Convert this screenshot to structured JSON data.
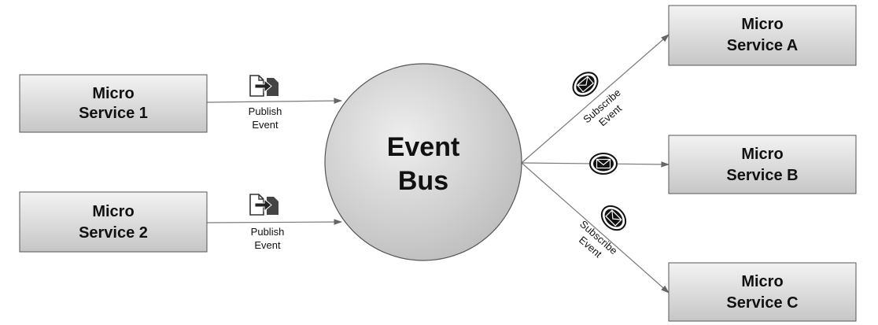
{
  "services_left": [
    {
      "line1": "Micro",
      "line2": "Service 1"
    },
    {
      "line1": "Micro",
      "line2": "Service 2"
    }
  ],
  "services_right": [
    {
      "line1": "Micro",
      "line2": "Service A"
    },
    {
      "line1": "Micro",
      "line2": "Service B"
    },
    {
      "line1": "Micro",
      "line2": "Service C"
    }
  ],
  "bus": {
    "line1": "Event",
    "line2": "Bus"
  },
  "publish_labels": [
    {
      "line1": "Publish",
      "line2": "Event"
    },
    {
      "line1": "Publish",
      "line2": "Event"
    }
  ],
  "subscribe_labels": [
    {
      "line1": "Subscribe",
      "line2": "Event"
    },
    {
      "line1": "Subscribe",
      "line2": "Event"
    }
  ],
  "icons": {
    "publish": "publish-document-icon",
    "message": "envelope-icon"
  },
  "colors": {
    "box_fill_top": "#f2f2f2",
    "box_fill_bottom": "#c8c8c8",
    "box_stroke": "#555555",
    "bus_fill_light": "#f0f0f0",
    "bus_fill_dark": "#bdbdbd",
    "connector": "#777777"
  }
}
